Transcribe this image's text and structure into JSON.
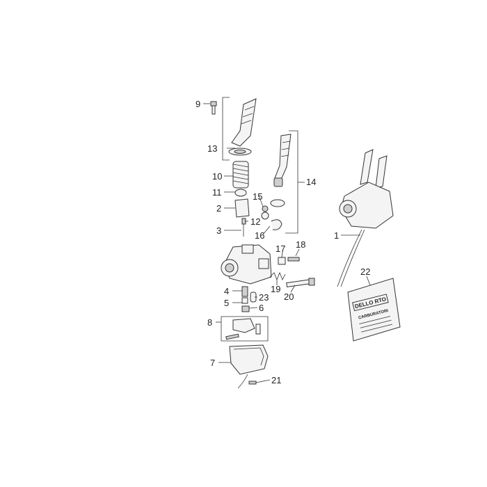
{
  "diagram": {
    "callouts": [
      "1",
      "2",
      "3",
      "4",
      "5",
      "6",
      "7",
      "8",
      "9",
      "10",
      "11",
      "12",
      "13",
      "14",
      "15",
      "16",
      "17",
      "18",
      "19",
      "20",
      "21",
      "22",
      "23"
    ],
    "bag_label": {
      "brand": "DELLO RTO",
      "line2": "CARBURATORI"
    }
  }
}
